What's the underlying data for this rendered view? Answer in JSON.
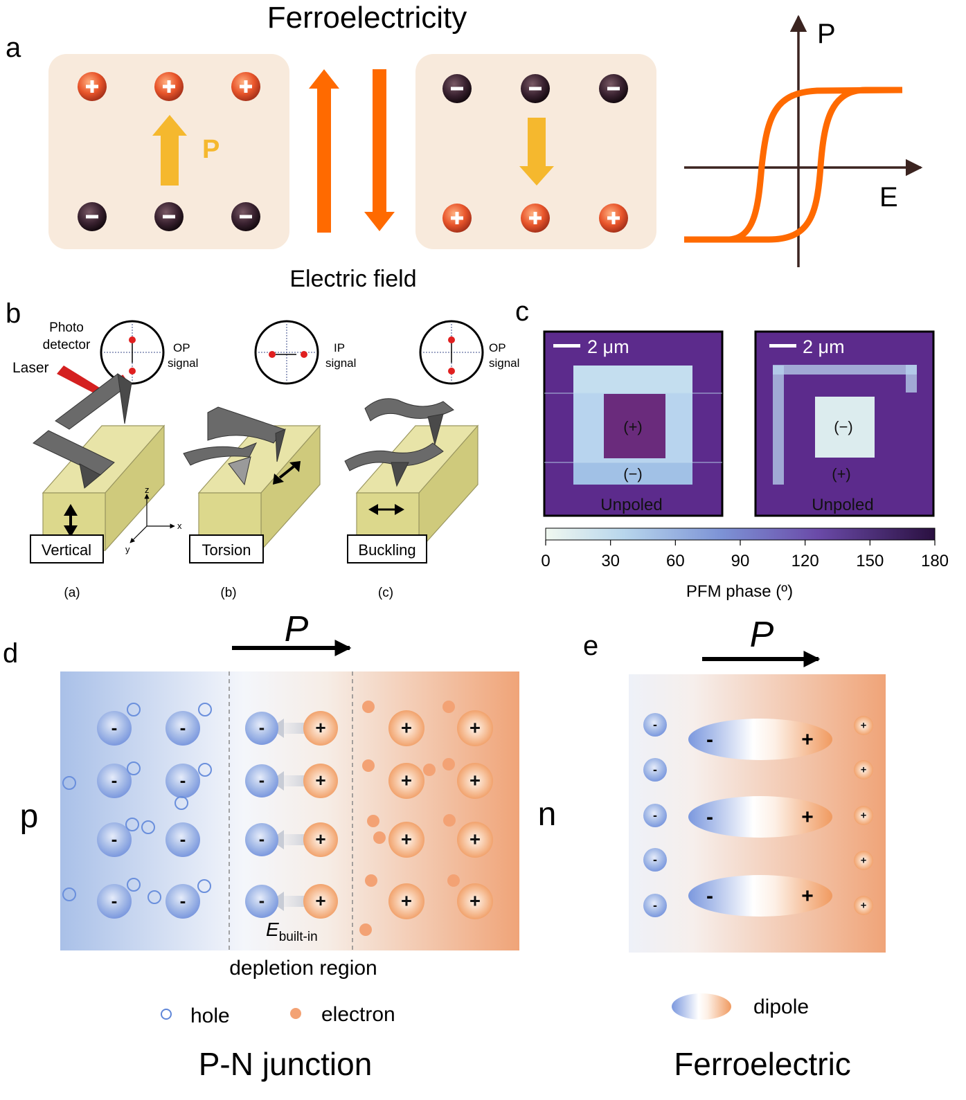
{
  "panel_letters": [
    "a",
    "b",
    "c",
    "d",
    "e"
  ],
  "a": {
    "title": "Ferroelectricity",
    "p_label": "P",
    "field_label": "Electric field",
    "plus_sign": "+",
    "minus_sign": "−",
    "hysteresis": {
      "axis_p": "P",
      "axis_e": "E"
    },
    "colors": {
      "box": "#f8eadc",
      "arrow": "#ff6a00",
      "polarization": "#f5b82e",
      "positive": "#e8552b",
      "negative": "#2e1a24",
      "axis": "#3b2420"
    }
  },
  "b": {
    "photo_detector": [
      "Photo",
      "detector"
    ],
    "laser": "Laser",
    "signals": [
      {
        "label": [
          "OP",
          "signal"
        ]
      },
      {
        "label": [
          "IP",
          "signal"
        ]
      },
      {
        "label": [
          "OP",
          "signal"
        ]
      }
    ],
    "axes": {
      "z": "z",
      "x": "x",
      "y": "y"
    },
    "modes": [
      "Vertical",
      "Torsion",
      "Buckling"
    ],
    "sublabels": [
      "(a)",
      "(b)",
      "(c)"
    ],
    "colors": {
      "cantilever": "#5a5a5a",
      "sample": "#dcd88c",
      "laser": "#d42020",
      "dot": "#e02020"
    }
  },
  "c": {
    "scale_bar": "2 μm",
    "images": [
      {
        "inner": "(+)",
        "outer": "(−)",
        "bottom": "Unpoled"
      },
      {
        "inner": "(−)",
        "outer": "(+)",
        "bottom": "Unpoled"
      }
    ],
    "colorbar_ticks": [
      "0",
      "30",
      "60",
      "90",
      "120",
      "150",
      "180"
    ],
    "colorbar_label": "PFM phase (º)",
    "colors": {
      "purple": "#5c2b8c",
      "light": "#c8e2ef",
      "mid": "#8aa9dc"
    }
  },
  "d": {
    "p_arrow": "P",
    "left_label": "p",
    "right_label": "n",
    "e_builtin": "E",
    "e_builtin_sub": "built-in",
    "depletion": "depletion region",
    "legend_hole": "hole",
    "legend_electron": "electron",
    "title": "P-N junction",
    "colors": {
      "blue": "#8faee0",
      "orange": "#f0a070",
      "ion_minus": "#7a9be0",
      "ion_plus": "#f08a50"
    }
  },
  "e": {
    "p_arrow": "P",
    "legend_dipole": "dipole",
    "title": "Ferroelectric"
  }
}
